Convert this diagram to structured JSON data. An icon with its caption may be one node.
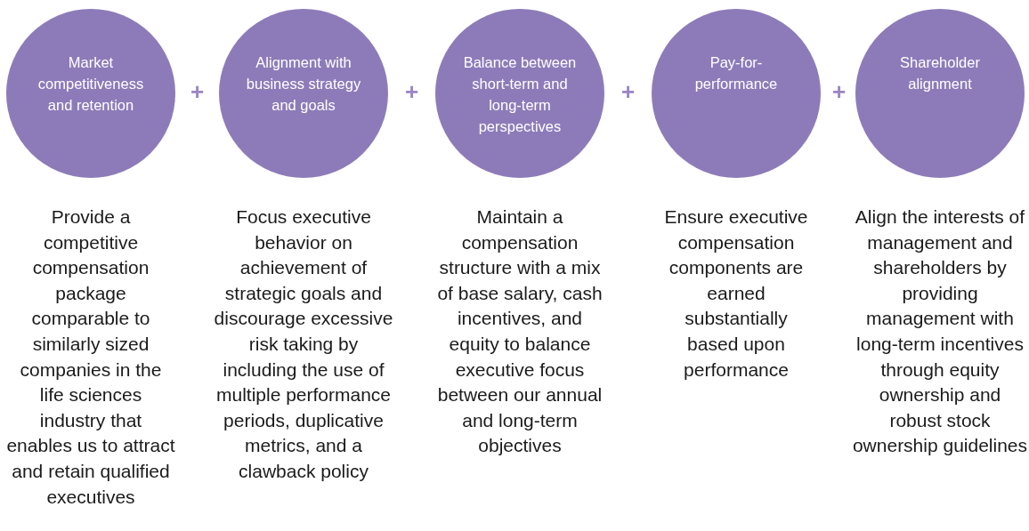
{
  "diagram": {
    "nodes": [
      {
        "text": [
          "Market competitiveness and retention"
        ],
        "beside": [
          "Provide a competitive compensation package comparable to similarly sized companies in the life sciences industry that enables us to attract and retain qualified executives"
        ]
      },
      {
        "text": [
          "Alignment with business strategy and goals"
        ],
        "beside": [
          "Focus executive behavior on achievement of strategic goals and discourage excessive risk taking by including the use of multiple performance periods, duplicative metrics, and a clawback policy"
        ]
      },
      {
        "text": [
          "Balance between short-term and long-term perspectives"
        ],
        "beside": [
          "Maintain a compensation structure with a mix of base salary, cash incentives, and equity to balance executive focus between our annual and long-term objectives"
        ]
      },
      {
        "text": [
          "Pay-for-performance"
        ],
        "beside": [
          "Ensure executive compensation components are earned substantially based upon performance"
        ]
      },
      {
        "text": [
          "Shareholder alignment"
        ],
        "beside": [
          "Align the interests of management and shareholders by providing management with long-term incentives through equity ownership and robust stock ownership guidelines"
        ]
      }
    ],
    "labels": [
      "+",
      "+",
      "+",
      "+"
    ]
  }
}
